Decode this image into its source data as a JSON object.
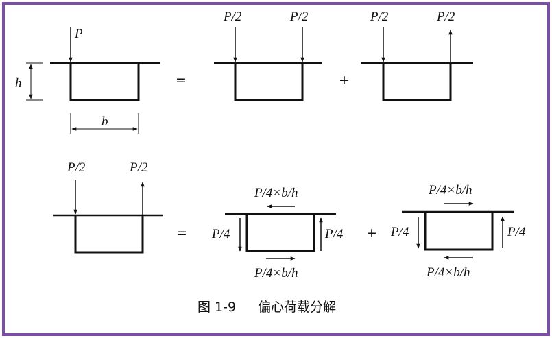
{
  "colors": {
    "border": "#7b4fa8",
    "ink": "#111111",
    "background": "#ffffff"
  },
  "top_row": {
    "load_P": "P",
    "dim_h": "h",
    "dim_b": "b",
    "equals": "=",
    "plus": "+",
    "sym_left": "P/2",
    "sym_right": "P/2",
    "anti_left": "P/2",
    "anti_right": "P/2"
  },
  "bottom_row": {
    "load_left": "P/2",
    "load_right": "P/2",
    "equals": "=",
    "plus": "+",
    "mid_top_shear": "P/4×b/h",
    "mid_left_force": "P/4",
    "mid_right_force": "P/4",
    "mid_bottom_shear": "P/4×b/h",
    "right_top_shear": "P/4×b/h",
    "right_left_force": "P/4",
    "right_right_force": "P/4",
    "right_bottom_shear": "P/4×b/h"
  },
  "caption": {
    "number": "图 1-9",
    "title": "偏心荷载分解"
  }
}
